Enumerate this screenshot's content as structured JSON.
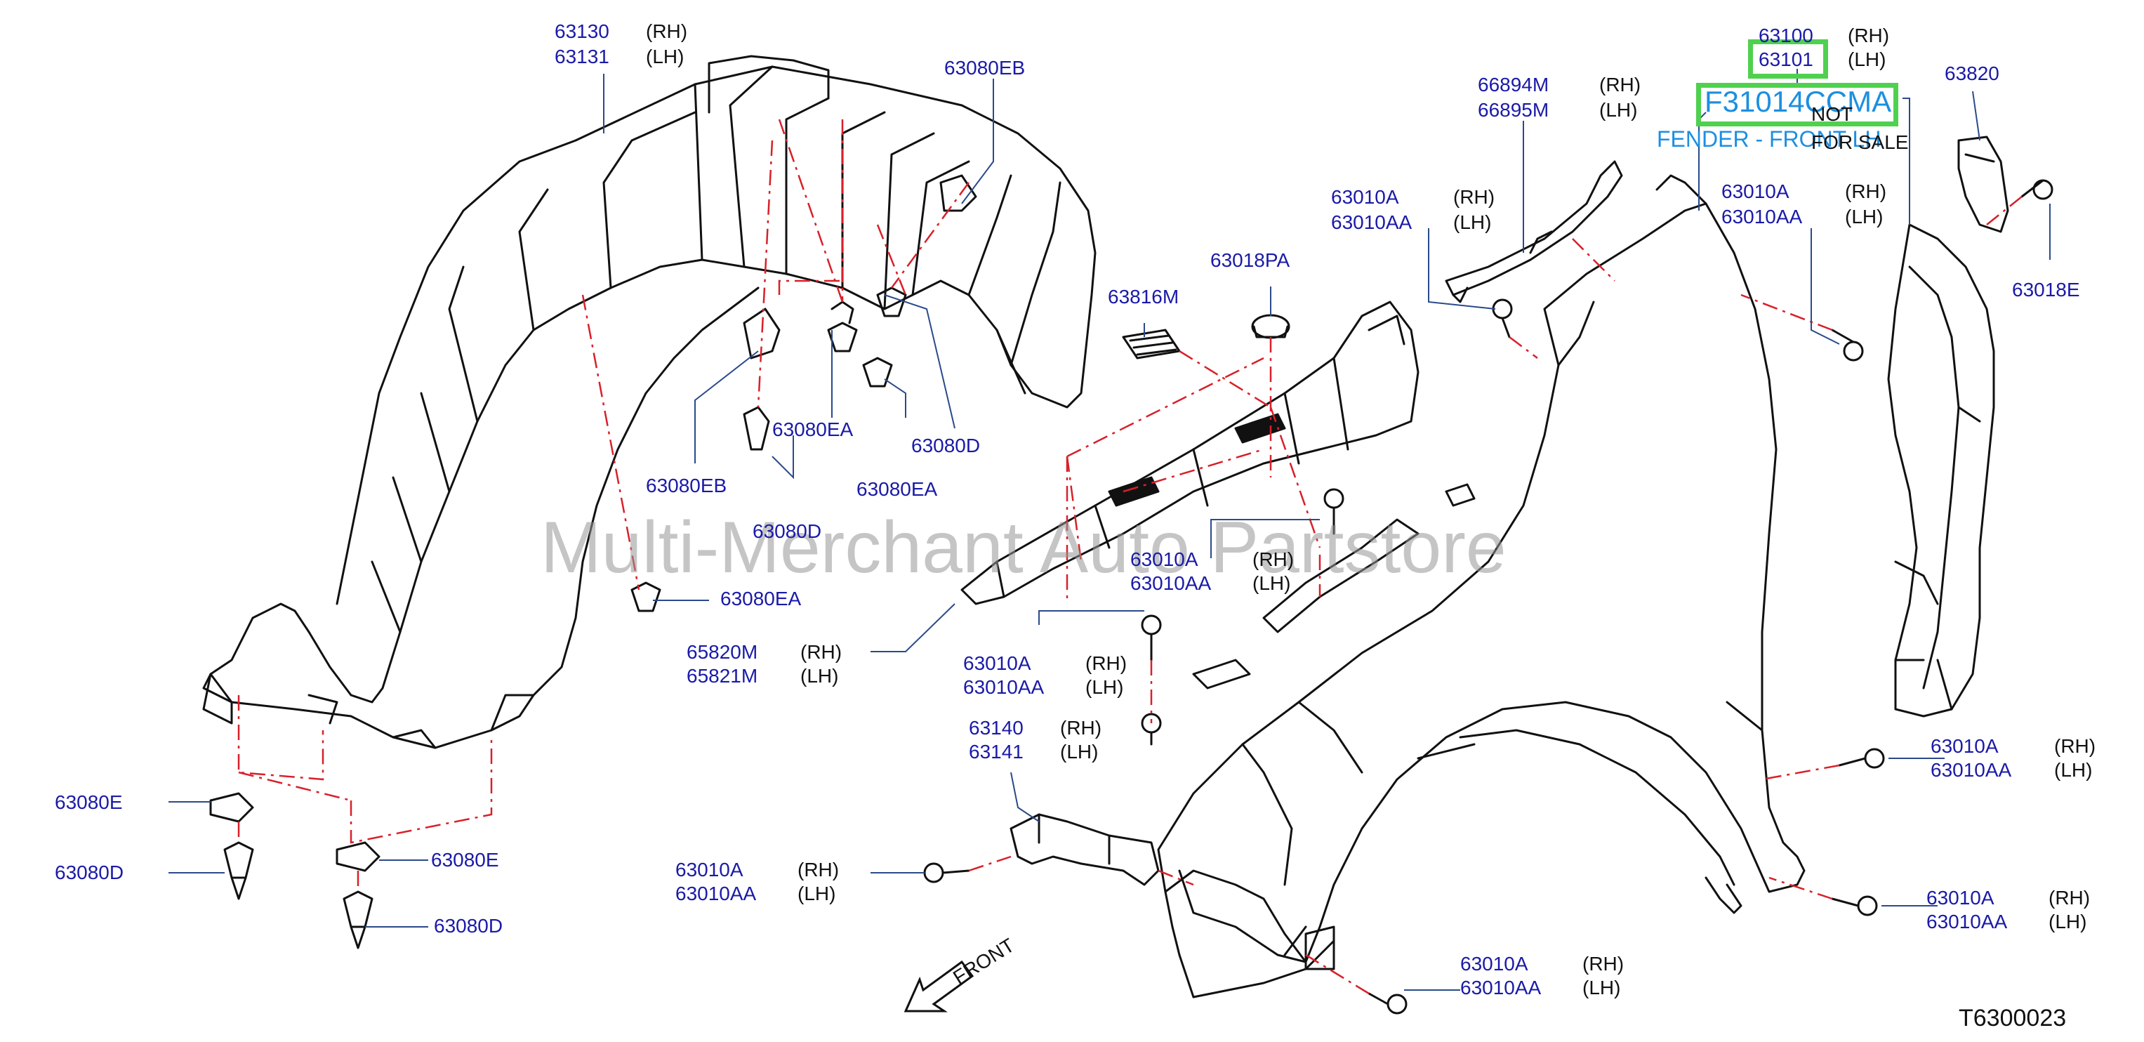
{
  "diagram_code": "T6300023",
  "front_indicator": "FRONT",
  "watermark": "Multi-Merchant Auto Partstore",
  "highlight": {
    "part_number": "F31014CCMA",
    "description": "FENDER - FRONT LH",
    "highlight_color": "#4fd14f",
    "text_color": "#1d8fe0"
  },
  "not_for_sale": {
    "line1": "NOT",
    "line2": "FOR SALE"
  },
  "colors": {
    "label": "#1a1aa8",
    "leader": "#2a4a8a",
    "dash": "#d8202a",
    "part": "#111111"
  },
  "callouts": {
    "c01": {
      "l1": "63130",
      "s1": "(RH)",
      "l2": "63131",
      "s2": "(LH)"
    },
    "c02": {
      "l1": "63080EB"
    },
    "c03": {
      "l1": "63080EB"
    },
    "c04": {
      "l1": "63080EA"
    },
    "c05": {
      "l1": "63080D"
    },
    "c06": {
      "l1": "63080EA"
    },
    "c07": {
      "l1": "63080D"
    },
    "c08": {
      "l1": "63080EA"
    },
    "c09": {
      "l1": "63816M"
    },
    "c10": {
      "l1": "63018PA"
    },
    "c11": {
      "l1": "66894M",
      "s1": "(RH)",
      "l2": "66895M",
      "s2": "(LH)"
    },
    "c12": {
      "l1": "63010A",
      "s1": "(RH)",
      "l2": "63010AA",
      "s2": "(LH)"
    },
    "c13": {
      "l1": "63100",
      "s1": "(RH)",
      "l2": "63101",
      "s2": "(LH)"
    },
    "c14": {
      "l1": "63010A",
      "s1": "(RH)",
      "l2": "63010AA",
      "s2": "(LH)"
    },
    "c15": {
      "l1": "63820"
    },
    "c16": {
      "l1": "63018E"
    },
    "c17": {
      "l1": "63010A",
      "s1": "(RH)",
      "l2": "63010AA",
      "s2": "(LH)"
    },
    "c18": {
      "l1": "65820M",
      "s1": "(RH)",
      "l2": "65821M",
      "s2": "(LH)"
    },
    "c19": {
      "l1": "63010A",
      "s1": "(RH)",
      "l2": "63010AA",
      "s2": "(LH)"
    },
    "c20": {
      "l1": "63140",
      "s1": "(RH)",
      "l2": "63141",
      "s2": "(LH)"
    },
    "c21": {
      "l1": "63010A",
      "s1": "(RH)",
      "l2": "63010AA",
      "s2": "(LH)"
    },
    "c22": {
      "l1": "63010A",
      "s1": "(RH)",
      "l2": "63010AA",
      "s2": "(LH)"
    },
    "c23": {
      "l1": "63010A",
      "s1": "(RH)",
      "l2": "63010AA",
      "s2": "(LH)"
    },
    "c24": {
      "l1": "63010A",
      "s1": "(RH)",
      "l2": "63010AA",
      "s2": "(LH)"
    },
    "c25": {
      "l1": "63080E"
    },
    "c26": {
      "l1": "63080D"
    },
    "c27": {
      "l1": "63080E"
    },
    "c28": {
      "l1": "63080D"
    }
  }
}
